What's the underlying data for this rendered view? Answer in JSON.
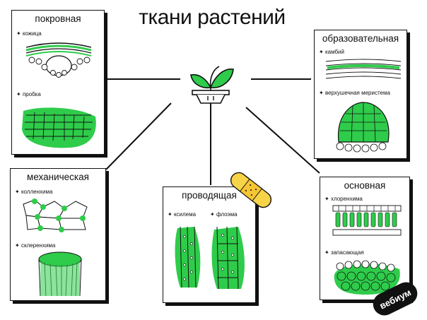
{
  "title": "ткани растений",
  "accent_color": "#2ecc4a",
  "bandage_color": "#f7d447",
  "cards": {
    "covering": {
      "title": "покровная",
      "labels": [
        "кожица",
        "пробка"
      ]
    },
    "educational": {
      "title": "образовательная",
      "labels": [
        "камбий",
        "верхушечная меристема"
      ]
    },
    "mechanical": {
      "title": "механическая",
      "labels": [
        "колленхима",
        "склеренхима"
      ]
    },
    "conductive": {
      "title": "проводящая",
      "labels": [
        "ксилема",
        "флоэма"
      ]
    },
    "basic": {
      "title": "основная",
      "labels": [
        "хлоренхима",
        "запасающая"
      ]
    }
  },
  "logo": "вебиум",
  "icons": {
    "center": "plant-pot-icon",
    "sticker": "bandage-icon",
    "bullet": "star-bullet-icon"
  }
}
